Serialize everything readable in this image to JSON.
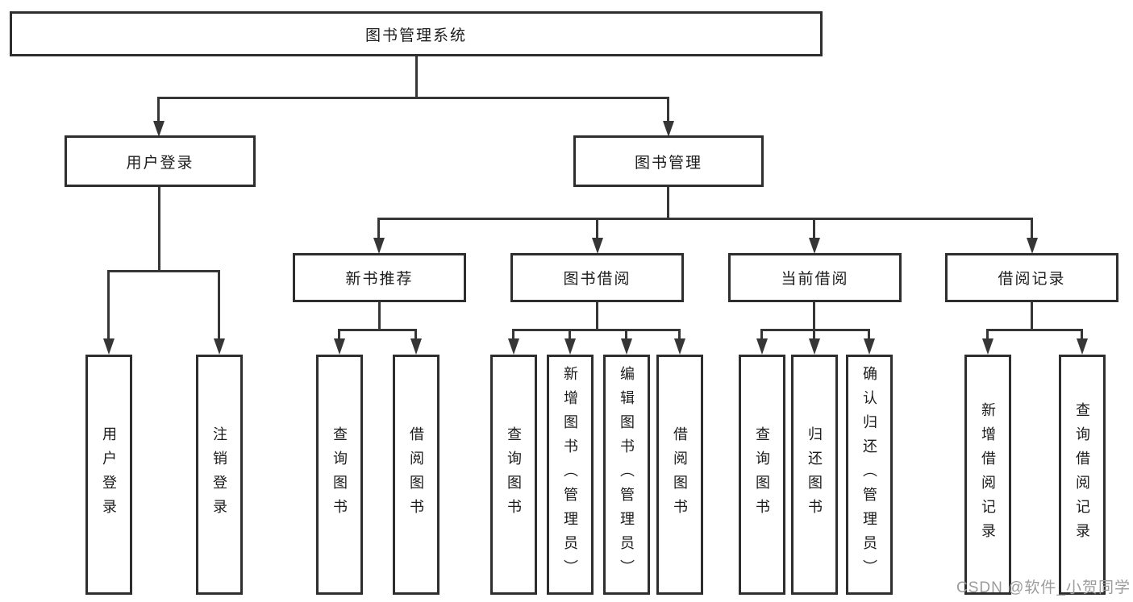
{
  "diagram_type": "hierarchy-tree",
  "tree": {
    "label": "图书管理系统",
    "children": [
      {
        "label": "用户登录",
        "children": [
          {
            "label": "用户登录"
          },
          {
            "label": "注销登录"
          }
        ]
      },
      {
        "label": "图书管理",
        "children": [
          {
            "label": "新书推荐",
            "children": [
              {
                "label": "查询图书"
              },
              {
                "label": "借阅图书"
              }
            ]
          },
          {
            "label": "图书借阅",
            "children": [
              {
                "label": "查询图书"
              },
              {
                "label": "新增图书（管理员）"
              },
              {
                "label": "编辑图书（管理员）"
              },
              {
                "label": "借阅图书"
              }
            ]
          },
          {
            "label": "当前借阅",
            "children": [
              {
                "label": "查询图书"
              },
              {
                "label": "归还图书"
              },
              {
                "label": "确认归还（管理员）"
              }
            ]
          },
          {
            "label": "借阅记录",
            "children": [
              {
                "label": "新增借阅记录"
              },
              {
                "label": "查询借阅记录"
              }
            ]
          }
        ]
      }
    ]
  },
  "watermark": {
    "text": "CSDN @软件_小贺同学"
  },
  "colors": {
    "background": "#ffffff",
    "box_border": "#2e2e2e",
    "line": "#363636",
    "text": "#1c1c1c",
    "watermark": "#9c9c9c"
  }
}
